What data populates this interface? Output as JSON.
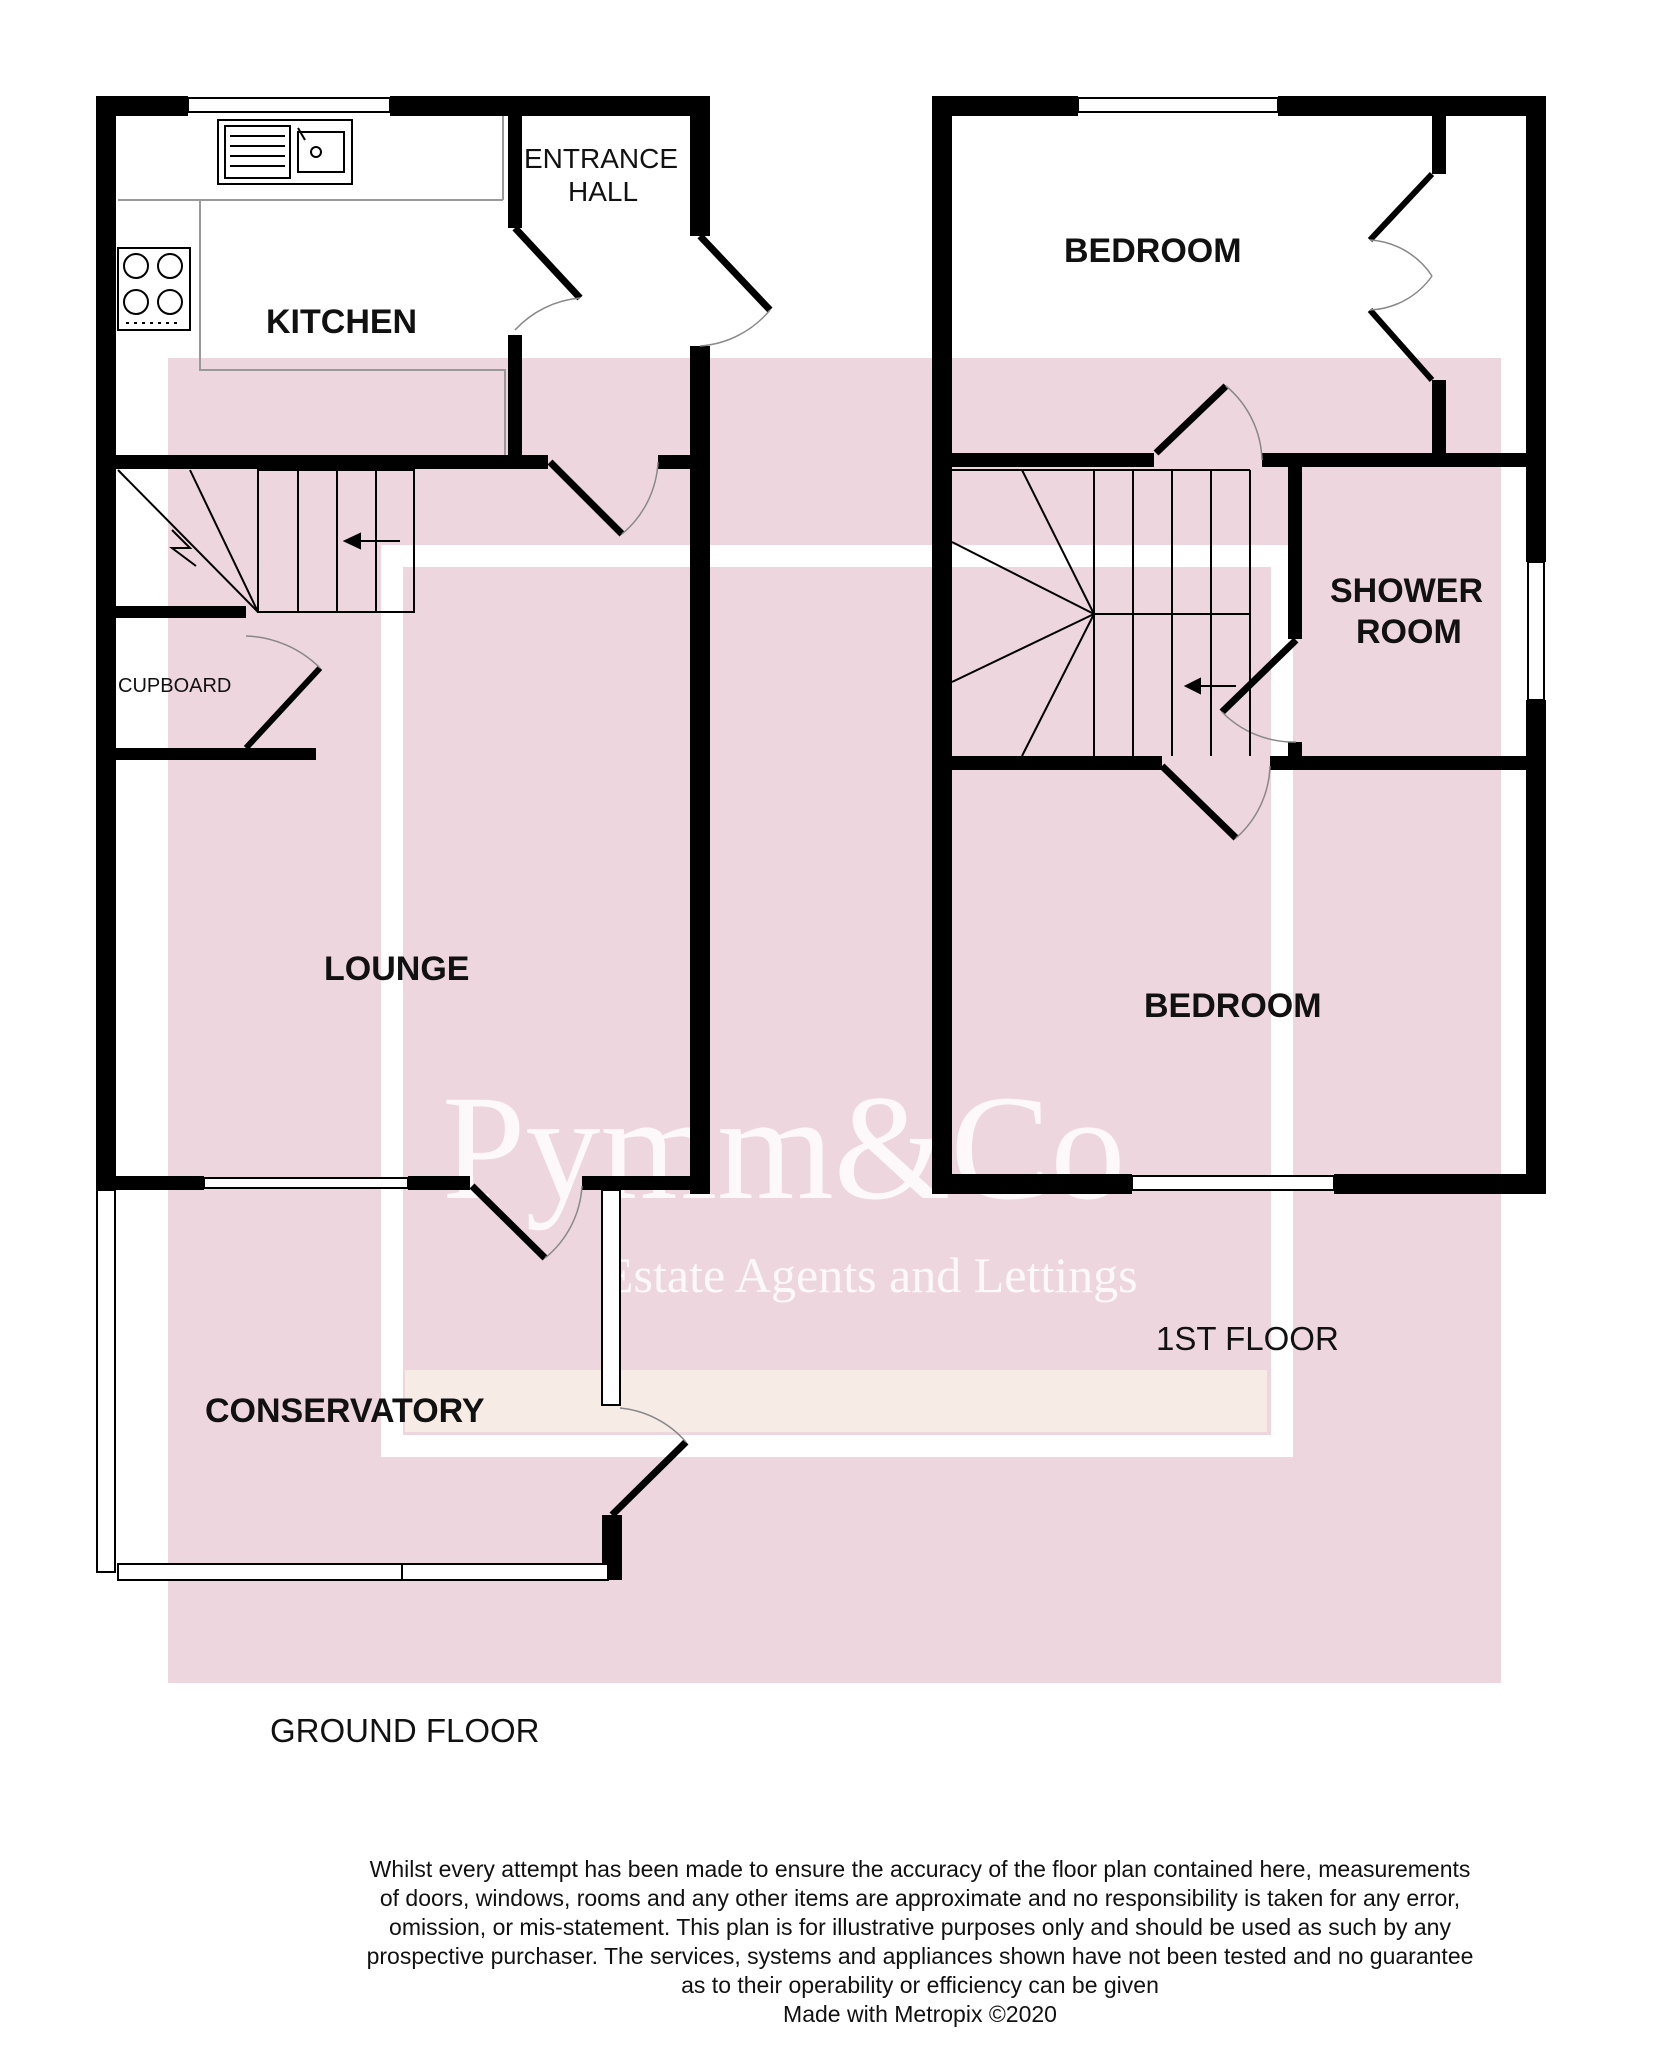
{
  "colors": {
    "watermark_background": "#eed6de",
    "watermark_frame": "#ffffff",
    "wall": "#000000",
    "fixture_line": "#999999",
    "light_band": "#f7ebe6"
  },
  "watermark": {
    "brand": "Pymm&Co",
    "tagline": "Estate Agents and Lettings"
  },
  "ground_floor": {
    "label": "GROUND FLOOR",
    "rooms": {
      "kitchen": "KITCHEN",
      "entrance_hall_line1": "ENTRANCE",
      "entrance_hall_line2": "HALL",
      "cupboard": "CUPBOARD",
      "lounge": "LOUNGE",
      "conservatory": "CONSERVATORY"
    },
    "fixtures": [
      "sink",
      "hob",
      "stairs-up"
    ]
  },
  "first_floor": {
    "label": "1ST FLOOR",
    "rooms": {
      "bedroom_top": "BEDROOM",
      "shower_room_line1": "SHOWER",
      "shower_room_line2": "ROOM",
      "bedroom_bottom": "BEDROOM"
    },
    "fixtures": [
      "stairs",
      "wardrobe"
    ]
  },
  "disclaimer": {
    "lines": [
      "Whilst every attempt has been made to ensure the accuracy of the floor plan contained here, measurements",
      "of doors, windows, rooms and any other items are approximate and no responsibility is taken for any error,",
      "omission, or mis-statement. This plan is for illustrative purposes only and should be used as such by any",
      "prospective purchaser. The services, systems and appliances shown have not been tested and no guarantee",
      "as to their operability or efficiency can be given"
    ],
    "credit": "Made with Metropix ©2020"
  }
}
